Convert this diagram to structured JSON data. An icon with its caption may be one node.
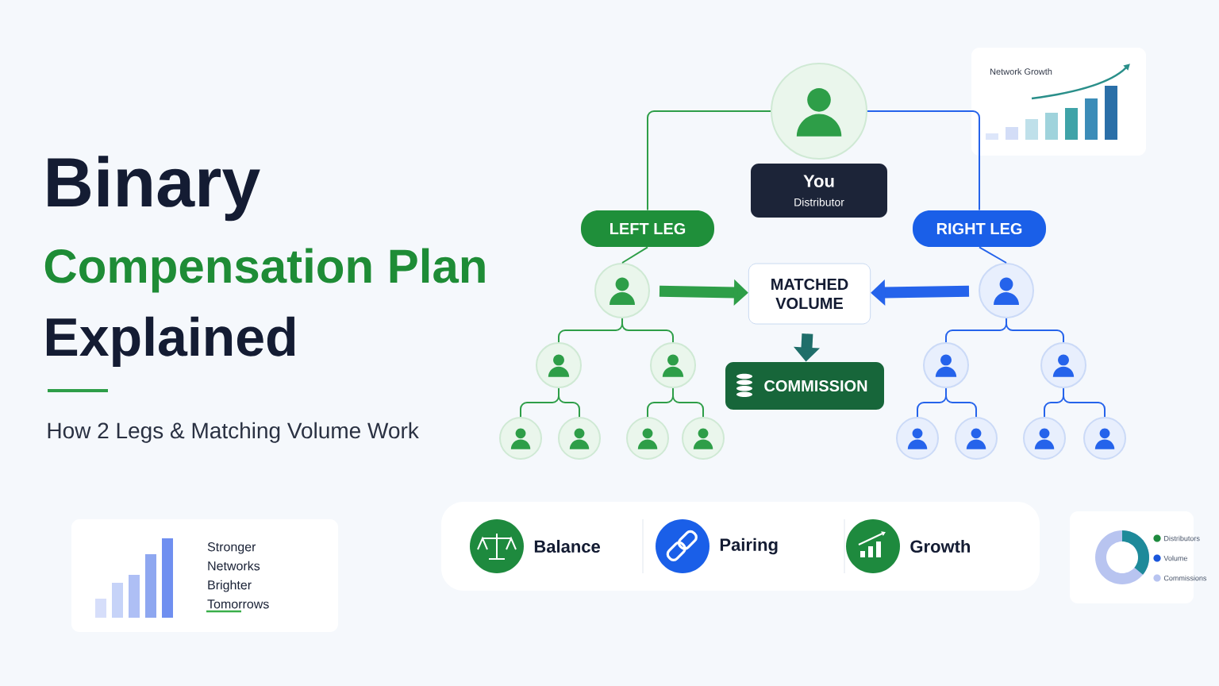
{
  "diagram": {
    "nodes": [
      {
        "text": [],
        "shape": "person"
      },
      {
        "text": [
          "You",
          "Distributor"
        ]
      },
      {
        "text": [
          "LEFT LEG"
        ]
      },
      {
        "text": [
          "RIGHT LEG"
        ]
      },
      {
        "text": [],
        "shape": "person"
      },
      {
        "text": [
          "MATCHED VOLUME"
        ]
      },
      {
        "text": [],
        "shape": "person"
      },
      {
        "text": [],
        "shape": "person"
      },
      {
        "text": [],
        "shape": "person"
      },
      {
        "text": [
          "COMMISSION"
        ]
      },
      {
        "text": [],
        "shape": "person"
      },
      {
        "text": [],
        "shape": "person"
      },
      {
        "text": [],
        "shape": "person"
      },
      {
        "text": [],
        "shape": "person"
      },
      {
        "text": [],
        "shape": "person"
      },
      {
        "text": [],
        "shape": "person"
      },
      {
        "text": [],
        "shape": "person"
      },
      {
        "text": [],
        "shape": "person"
      },
      {
        "text": [],
        "shape": "person"
      },
      {
        "text": [],
        "shape": "person"
      },
      {
        "text": [
          "Balance"
        ]
      },
      {
        "text": [
          "Pairing"
        ]
      },
      {
        "text": [
          "Growth"
        ]
      }
    ],
    "edges": [
      {
        "from": 0,
        "to": 2,
        "arrow": "none"
      },
      {
        "from": 0,
        "to": 3,
        "arrow": "none",
        "color": "#2563eb"
      },
      {
        "from": 2,
        "to": 4,
        "arrow": "none"
      },
      {
        "from": 3,
        "to": 6,
        "arrow": "none",
        "color": "#2563eb"
      },
      {
        "from": 4,
        "to": 7,
        "arrow": "none"
      },
      {
        "from": 4,
        "to": 8,
        "arrow": "none"
      },
      {
        "from": 7,
        "to": 12,
        "arrow": "none"
      },
      {
        "from": 7,
        "to": 13,
        "arrow": "none"
      },
      {
        "from": 8,
        "to": 14,
        "arrow": "none"
      },
      {
        "from": 8,
        "to": 15,
        "arrow": "none"
      },
      {
        "from": 6,
        "to": 10,
        "arrow": "none",
        "color": "#2563eb"
      },
      {
        "from": 6,
        "to": 11,
        "arrow": "none",
        "color": "#2563eb"
      },
      {
        "from": 10,
        "to": 16,
        "arrow": "none",
        "color": "#2563eb"
      },
      {
        "from": 10,
        "to": 17,
        "arrow": "none",
        "color": "#2563eb"
      },
      {
        "from": 11,
        "to": 18,
        "arrow": "none",
        "color": "#2563eb"
      },
      {
        "from": 11,
        "to": 19,
        "arrow": "none",
        "color": "#2563eb"
      },
      {
        "from": 4,
        "to": 5,
        "arrow": "to",
        "style": "thick"
      },
      {
        "from": 6,
        "to": 5,
        "arrow": "to",
        "style": "thick",
        "color": "#2563eb"
      },
      {
        "from": 5,
        "to": 9,
        "arrow": "to",
        "style": "thick",
        "color": "#1f6e6a"
      }
    ],
    "labels": [
      "Binary",
      "Compensation Plan",
      "Explained",
      "How 2 Legs & Matching Volume Work",
      "Network Growth",
      "Stronger Networks Brighter Tomorrows"
    ],
    "legend": [
      {
        "text": "Distributors",
        "color": "#1e8a3e"
      },
      {
        "text": "Volume",
        "color": "#1a56db"
      },
      {
        "text": "Commissions",
        "color": "#b8c4f0"
      }
    ]
  }
}
